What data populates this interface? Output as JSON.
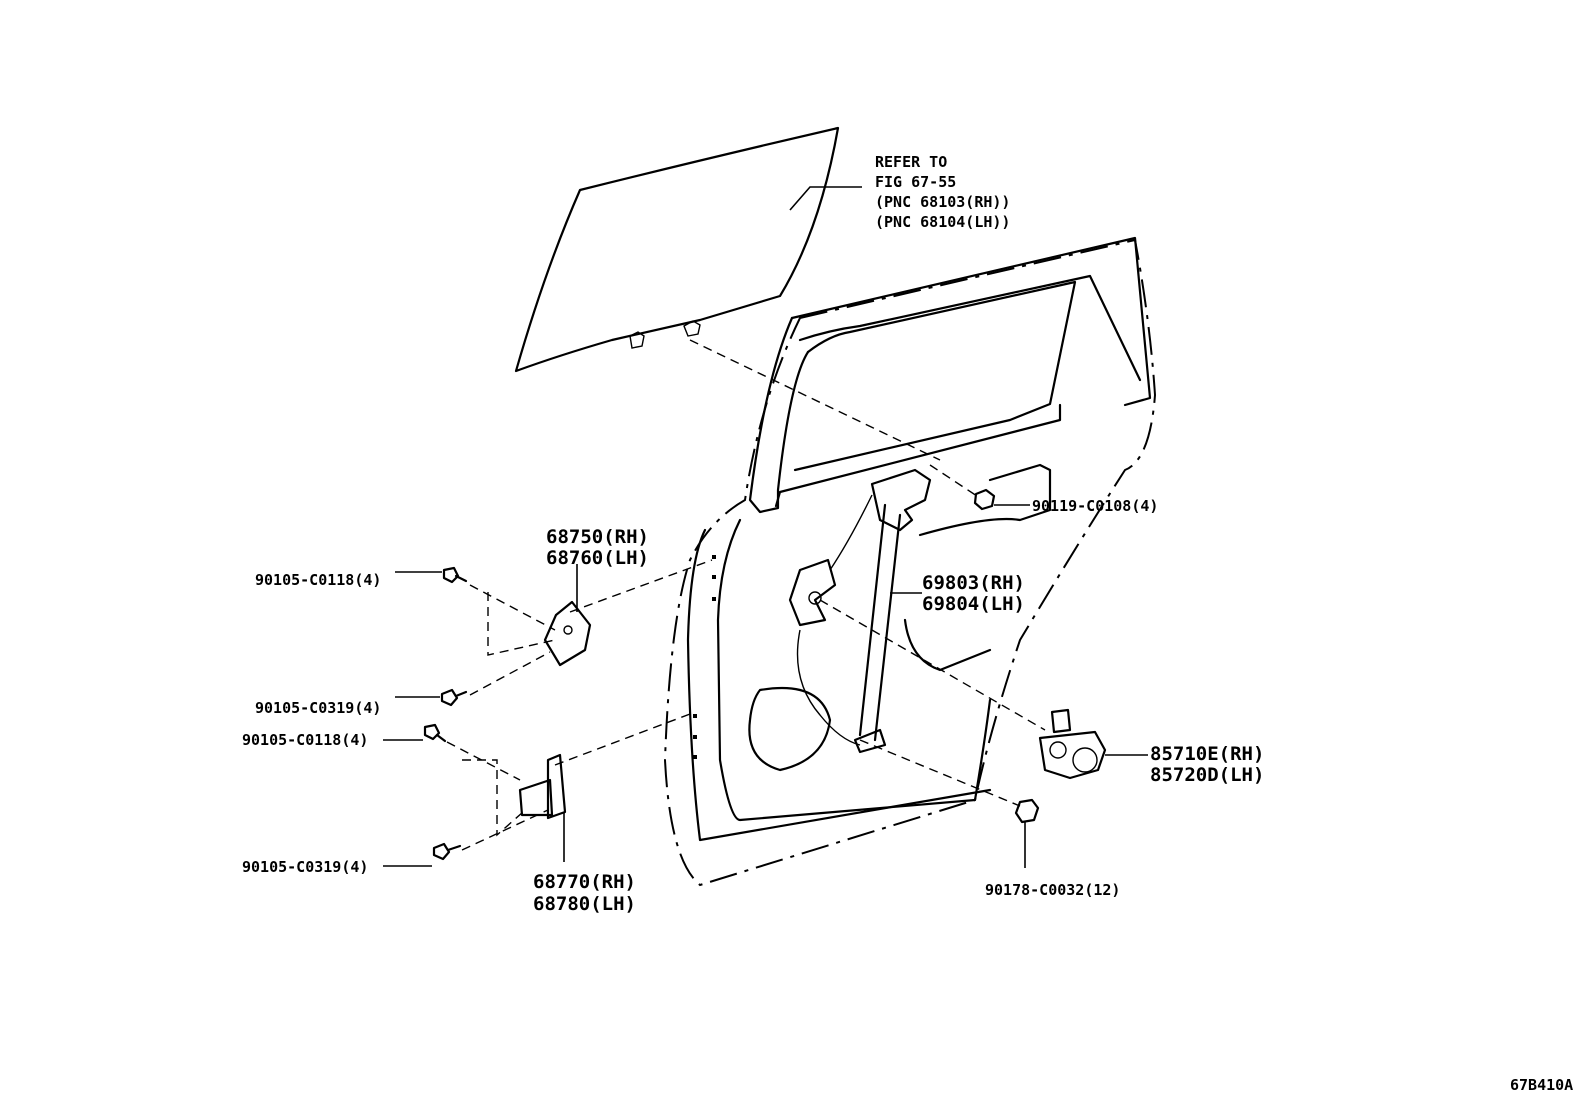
{
  "reference_note": {
    "line1": "REFER TO",
    "line2": "FIG 67-55",
    "line3": "(PNC 68103(RH))",
    "line4": "(PNC 68104(LH))"
  },
  "callouts": {
    "bolt_upper": "90119-C0108(4)",
    "regulator_rh": "69803(RH)",
    "regulator_lh": "69804(LH)",
    "motor_rh": "85710E(RH)",
    "motor_lh": "85720D(LH)",
    "nut": "90178-C0032(12)",
    "upper_hinge_rh": "68750(RH)",
    "upper_hinge_lh": "68760(LH)",
    "lower_hinge_rh": "68770(RH)",
    "lower_hinge_lh": "68780(LH)",
    "upper_hinge_bolt_a": "90105-C0118(4)",
    "upper_hinge_bolt_b": "90105-C0319(4)",
    "lower_hinge_bolt_a": "90105-C0118(4)",
    "lower_hinge_bolt_b": "90105-C0319(4)"
  },
  "figure_code": "67B410A"
}
